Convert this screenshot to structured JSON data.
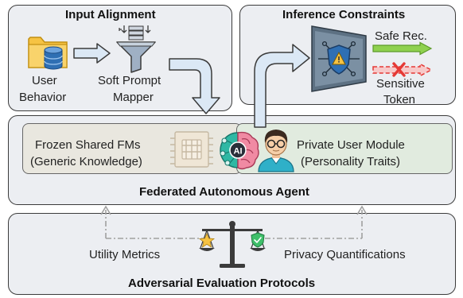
{
  "panels": {
    "input_alignment": {
      "title": "Input Alignment",
      "user_behavior": [
        "User",
        "Behavior"
      ],
      "mapper": [
        "Soft Prompt",
        "Mapper"
      ]
    },
    "inference_constraints": {
      "title": "Inference Constraints",
      "safe": "Safe Rec.",
      "sensitive": [
        "Sensitive",
        "Token"
      ]
    },
    "agent": {
      "title": "Federated Autonomous Agent",
      "frozen": [
        "Frozen Shared FMs",
        "(Generic Knowledge)"
      ],
      "private": [
        "Private User Module",
        "(Personality Traits)"
      ],
      "ai_badge": "AI"
    },
    "evaluation": {
      "title": "Adversarial Evaluation Protocols",
      "utility": "Utility Metrics",
      "privacy": "Privacy Quantifications"
    }
  },
  "colors": {
    "panel_bg": "#eceef2",
    "accent_blue": "#dbe8f5",
    "safe_green": "#8fd14f",
    "sensitive_red": "#e53935",
    "folder_yellow": "#f6c343",
    "db_blue": "#2f6fb3",
    "brain_pink": "#e86a8a",
    "gear_teal": "#2fb8a4"
  }
}
